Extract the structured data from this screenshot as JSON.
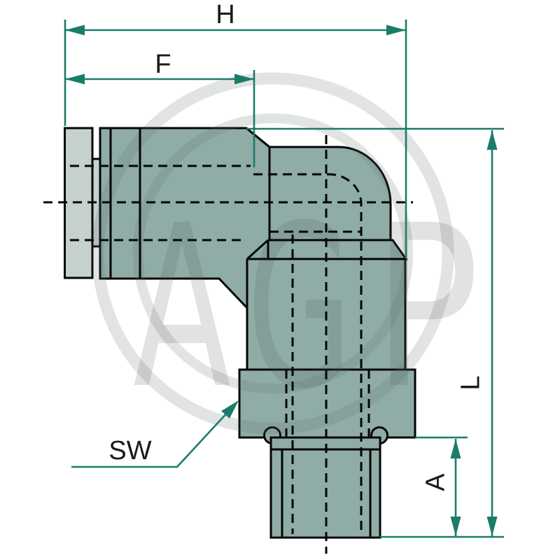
{
  "drawing": {
    "type": "technical-drawing-elbow-push-in-fitting",
    "labels": {
      "h": "H",
      "f": "F",
      "l": "L",
      "a": "A",
      "sw": "SW"
    }
  },
  "watermark": {
    "letter_a": "A",
    "letter_g": "G",
    "letter_p": "P"
  },
  "colors": {
    "background": "#ffffff",
    "body": "#8FACA7",
    "body_light": "#C4D1CD",
    "outline": "#050505",
    "dimension": "#1A7C6B",
    "label": "#1A1A1A",
    "watermark_text": "rgba(75,85,85,0.17)",
    "watermark_ring": "rgba(95,105,105,0.18)"
  }
}
